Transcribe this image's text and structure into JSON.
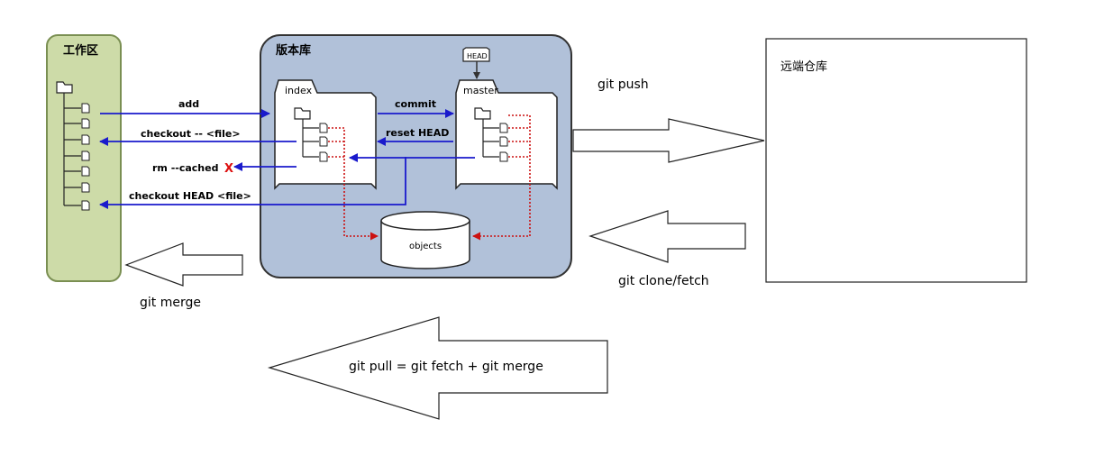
{
  "workspace": {
    "title": "工作区"
  },
  "repository": {
    "title": "版本库",
    "index_label": "index",
    "master_label": "master",
    "head_tag": "HEAD",
    "objects_label": "objects"
  },
  "remote": {
    "title": "远端仓库"
  },
  "commands": {
    "add": "add",
    "checkout_file": "checkout -- <file>",
    "rm_cached": "rm --cached",
    "rm_cross": "X",
    "checkout_head_file": "checkout HEAD <file>",
    "commit": "commit",
    "reset_head": "reset HEAD"
  },
  "arrows": {
    "git_push": "git push",
    "git_clone_fetch": "git clone/fetch",
    "git_merge": "git merge",
    "git_pull": "git pull = git fetch + git merge"
  },
  "colors": {
    "workspace_fill": "#cddba8",
    "workspace_stroke": "#7a8f52",
    "repo_fill": "#b1c1d9",
    "repo_stroke": "#333333",
    "blue_arrow": "#1a1acc",
    "red_dotted": "#cc1111"
  }
}
